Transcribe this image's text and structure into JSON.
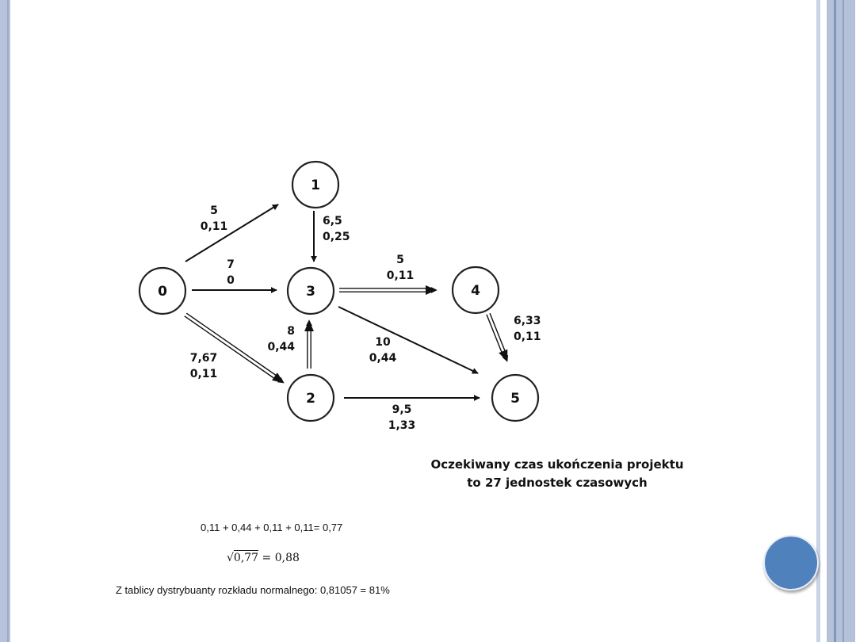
{
  "nodes": [
    {
      "id": "0",
      "label": "0"
    },
    {
      "id": "1",
      "label": "1"
    },
    {
      "id": "2",
      "label": "2"
    },
    {
      "id": "3",
      "label": "3"
    },
    {
      "id": "4",
      "label": "4"
    },
    {
      "id": "5",
      "label": "5"
    }
  ],
  "edges": [
    {
      "from": "0",
      "to": "1",
      "time": "5",
      "variance": "0,11",
      "critical": false
    },
    {
      "from": "0",
      "to": "3",
      "time": "7",
      "variance": "0",
      "critical": false
    },
    {
      "from": "0",
      "to": "2",
      "time": "7,67",
      "variance": "0,11",
      "critical": true
    },
    {
      "from": "1",
      "to": "3",
      "time": "6,5",
      "variance": "0,25",
      "critical": false
    },
    {
      "from": "2",
      "to": "3",
      "time": "8",
      "variance": "0,44",
      "critical": true
    },
    {
      "from": "3",
      "to": "4",
      "time": "5",
      "variance": "0,11",
      "critical": true
    },
    {
      "from": "3",
      "to": "5",
      "time": "10",
      "variance": "0,44",
      "critical": false
    },
    {
      "from": "2",
      "to": "5",
      "time": "9,5",
      "variance": "1,33",
      "critical": false
    },
    {
      "from": "4",
      "to": "5",
      "time": "6,33",
      "variance": "0,11",
      "critical": true
    }
  ],
  "note": {
    "line1": "Oczekiwany czas ukończenia projektu",
    "line2": "to 27 jednostek czasowych"
  },
  "calculations": {
    "variance_sum": "0,11 + 0,44 + 0,11 + 0,11= 0,77",
    "sqrt_radicand": "0,77",
    "sqrt_result": "= 0,88",
    "probability": "Z tablicy dystrybuanty rozkładu normalnego:  0,81057 = 81%"
  },
  "colors": {
    "accent": "#4f81bd",
    "frame": "#b7c3da",
    "frame_dark": "#8ea2c6"
  }
}
